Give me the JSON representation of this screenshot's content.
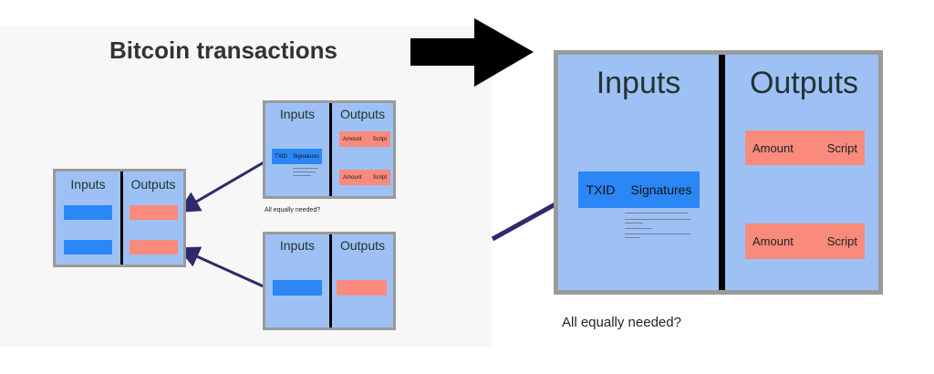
{
  "title": "Bitcoin transactions",
  "labels": {
    "inputs": "Inputs",
    "outputs": "Outputs",
    "txid": "TXID",
    "signatures": "Signatures",
    "amount": "Amount",
    "script": "Script"
  },
  "caption": "All equally needed?",
  "colors": {
    "input": "#2b87f5",
    "output": "#f98a7c",
    "box": "#9ec1f5",
    "arrow": "#2e2a6b"
  }
}
